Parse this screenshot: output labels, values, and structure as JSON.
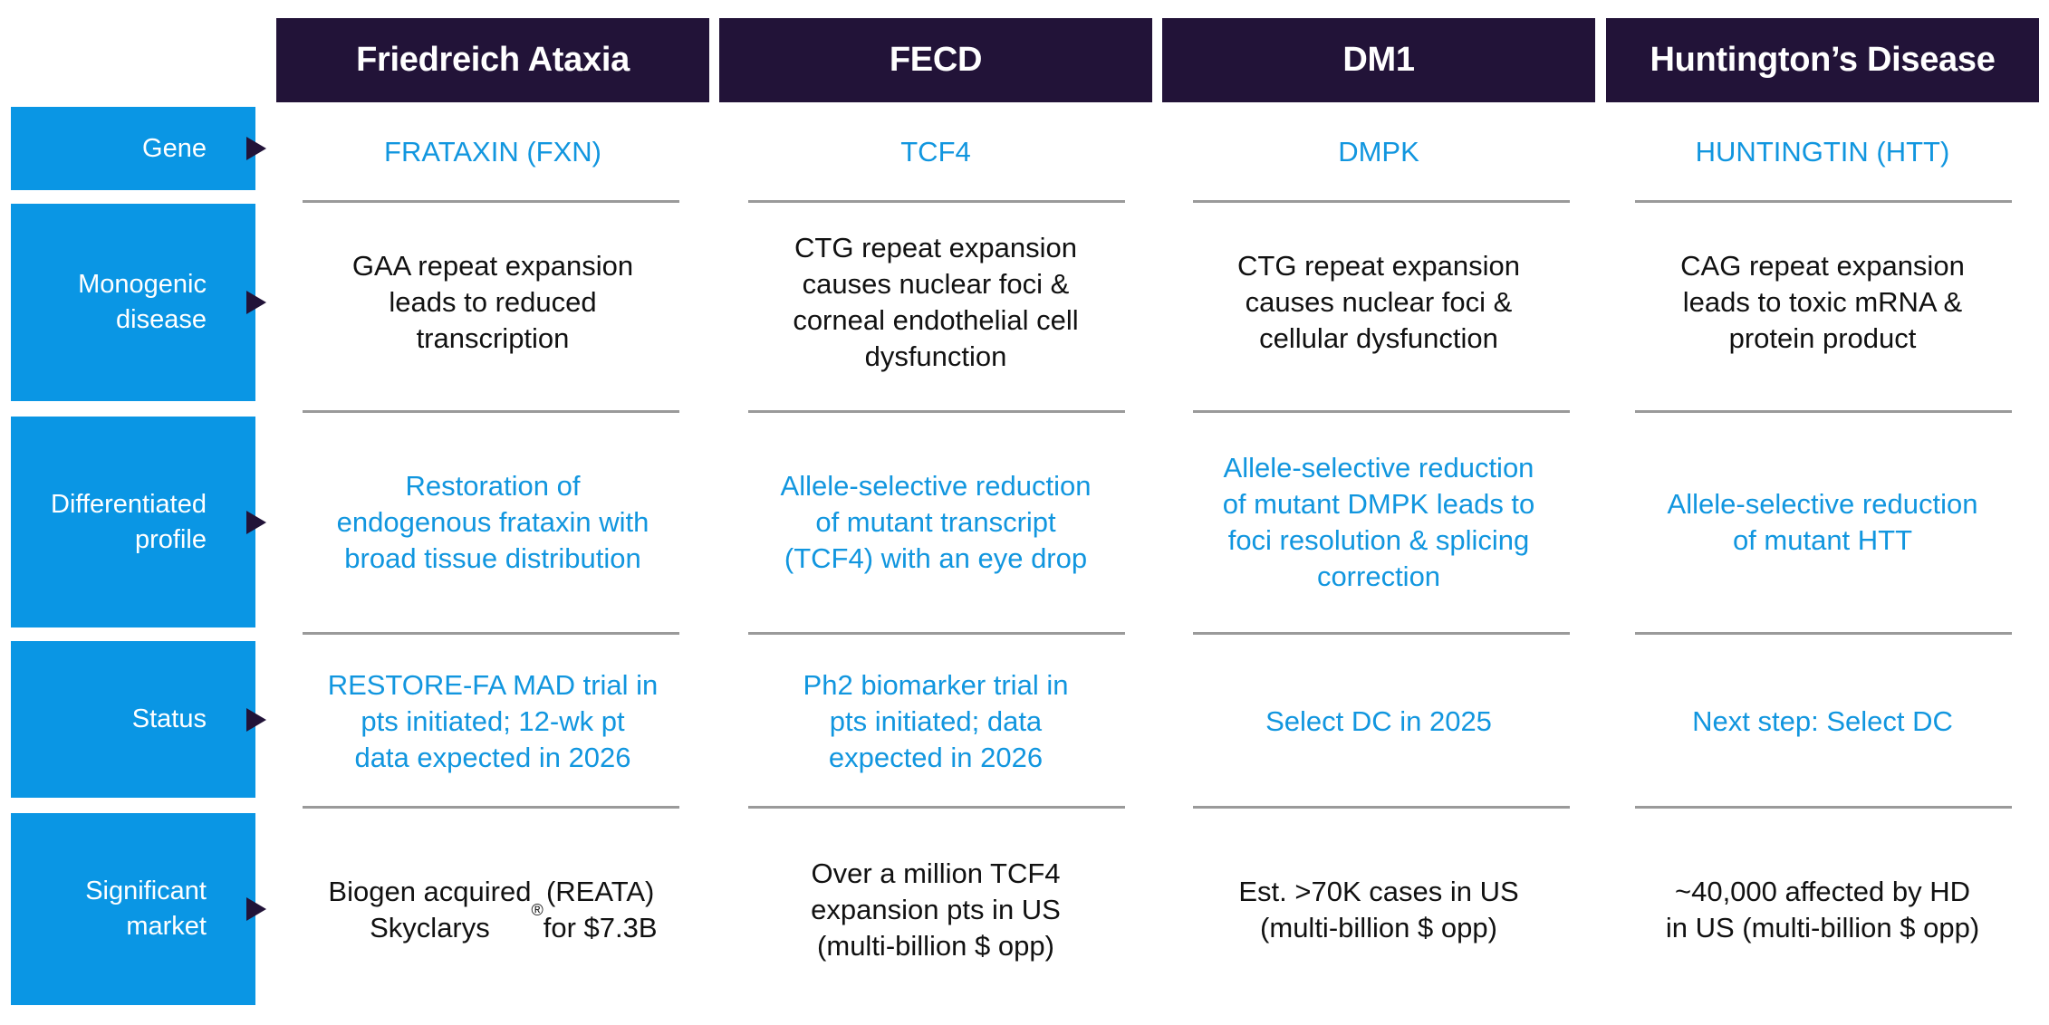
{
  "columns": [
    "Friedreich Ataxia",
    "FECD",
    "DM1",
    "Huntington’s Disease"
  ],
  "rows": [
    {
      "label": "Gene",
      "color": "blue",
      "cells": [
        "FRATAXIN (FXN)",
        "TCF4",
        "DMPK",
        "HUNTINGTIN (HTT)"
      ]
    },
    {
      "label": "Monogenic\ndisease",
      "color": "black",
      "cells": [
        "GAA repeat expansion\nleads to reduced\ntranscription",
        "CTG repeat expansion\ncauses nuclear foci &\ncorneal endothelial cell\ndysfunction",
        "CTG repeat expansion\ncauses nuclear foci &\ncellular dysfunction",
        "CAG repeat expansion\nleads to toxic mRNA &\nprotein product"
      ]
    },
    {
      "label": "Differentiated\nprofile",
      "color": "blue",
      "cells": [
        "Restoration of\nendogenous frataxin with\nbroad tissue distribution",
        "Allele-selective reduction\nof mutant transcript\n(TCF4) with an eye drop",
        "Allele-selective reduction\nof mutant DMPK leads to\nfoci resolution & splicing\ncorrection",
        "Allele-selective reduction\nof mutant HTT"
      ]
    },
    {
      "label": "Status",
      "color": "blue",
      "cells": [
        "RESTORE-FA MAD trial in\npts initiated; 12-wk pt\ndata expected in 2026",
        "Ph2 biomarker trial in\npts initiated; data\nexpected in 2026",
        "Select DC in 2025",
        "Next step: Select DC"
      ]
    },
    {
      "label": "Significant\nmarket",
      "color": "black",
      "cells": [
        "Biogen acquired\nSkyclarys® (REATA)\nfor $7.3B",
        "Over a million TCF4\nexpansion pts in US\n(multi-billion $ opp)",
        "Est. >70K cases in US\n(multi-billion $ opp)",
        "~40,000 affected by HD\nin US (multi-billion $ opp)"
      ]
    }
  ],
  "colors": {
    "header_bg": "#221338",
    "label_bg": "#0a96e4",
    "accent_text": "#1196df",
    "body_text": "#111111",
    "divider": "#9a9a9a"
  }
}
